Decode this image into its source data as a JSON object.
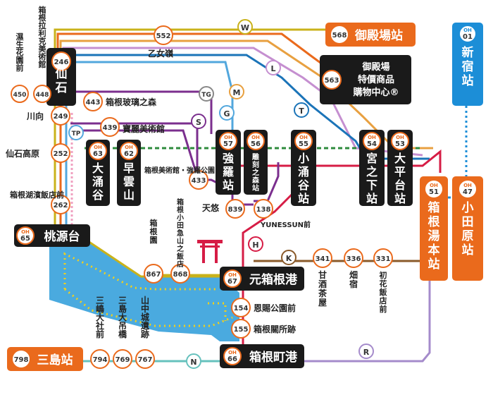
{
  "route_letters": {
    "W": "W",
    "L": "L",
    "T": "T",
    "G": "G",
    "M": "M",
    "TG": "TG",
    "TP": "TP",
    "S": "S",
    "H": "H",
    "K": "K",
    "N": "N",
    "R": "R"
  },
  "stations": {
    "gotemba": {
      "code": "568",
      "name": "御殿場站"
    },
    "outlet": {
      "code": "563",
      "line1": "御殿場",
      "line2": "特價商品",
      "line3": "購物中心®"
    },
    "shinjuku": {
      "oh": "OH",
      "num": "01",
      "name": "新宿站"
    },
    "odawara": {
      "oh": "OH",
      "num": "47",
      "name": "小田原站"
    },
    "yumoto": {
      "oh": "OH",
      "num": "51",
      "name": "箱根湯本站"
    },
    "miyanoshita": {
      "oh": "OH",
      "num": "54",
      "name": "宮之下站"
    },
    "ohiradai": {
      "oh": "OH",
      "num": "53",
      "name": "大平台站"
    },
    "kowakudani": {
      "oh": "OH",
      "num": "55",
      "name": "小涌谷站"
    },
    "chokoku": {
      "oh": "OH",
      "num": "56",
      "name": "雕刻之森站"
    },
    "gora": {
      "oh": "OH",
      "num": "57",
      "name": "強羅站"
    },
    "owakudani": {
      "oh": "OH",
      "num": "63",
      "name": "大涌谷"
    },
    "sounzan": {
      "oh": "OH",
      "num": "62",
      "name": "早雲山"
    },
    "sengoku": {
      "code": "246",
      "name": "仙石"
    },
    "togendai": {
      "oh": "OH",
      "num": "65",
      "name": "桃源台"
    },
    "motohakone": {
      "oh": "OH",
      "num": "67",
      "name": "元箱根港"
    },
    "hakonemachi": {
      "oh": "OH",
      "num": "66",
      "name": "箱根町港"
    },
    "mishima": {
      "code": "798",
      "name": "三島站"
    }
  },
  "stops": {
    "s552": "552",
    "s450": "450",
    "s448": "448",
    "s443": "443",
    "s249": "249",
    "s439": "439",
    "s252": "252",
    "s262": "262",
    "s433": "433",
    "s839": "839",
    "s138": "138",
    "s867": "867",
    "s868": "868",
    "s154": "154",
    "s155": "155",
    "s341": "341",
    "s336": "336",
    "s331": "331",
    "s794": "794",
    "s769": "769",
    "s767": "767"
  },
  "labels": {
    "otome": "乙女嶺",
    "lalique": "箱根拉利克美術館",
    "shissei": "濕生花園前",
    "glass": "箱根玻璃之森",
    "kawamuki": "川向",
    "pola": "寶麗美術館",
    "kogen": "仙石高原",
    "kohan": "箱根湖濱飯店前",
    "gora_park": "箱根美術館・強羅公園",
    "tenyu": "天悠",
    "yunessun": "YUNESSUN前",
    "hakoneen": "箱根園",
    "yamanohotel": "箱根小田急山之飯店",
    "onshi": "恩賜公園前",
    "sekisho": "箱根關所跡",
    "amazake": "甘酒茶屋",
    "hatajuku": "畑宿",
    "hatsuhana": "初花飯店前",
    "mishimataisha": "三嶋大社前",
    "mishimaskywalk": "三島大吊橋",
    "yamanaka": "山中城遺跡"
  },
  "colors": {
    "bus_orange": "#ea6a1c",
    "hub_black": "#1a1a1a",
    "odakyu_blue": "#1c8ed7",
    "route_W": "#c9b21a",
    "route_L": "#c58fd0",
    "route_T": "#1b74b8",
    "route_G": "#52a7dd",
    "route_M": "#e8a040",
    "route_S": "#7b2f8e",
    "route_H": "#d61c45",
    "route_K": "#8a5a2a",
    "route_N": "#66c1bd",
    "route_R": "#a58bcb",
    "cable_green": "#2e8b3c",
    "lake_blue": "#4aaadf",
    "ferry_yellow": "#f3d01a"
  }
}
